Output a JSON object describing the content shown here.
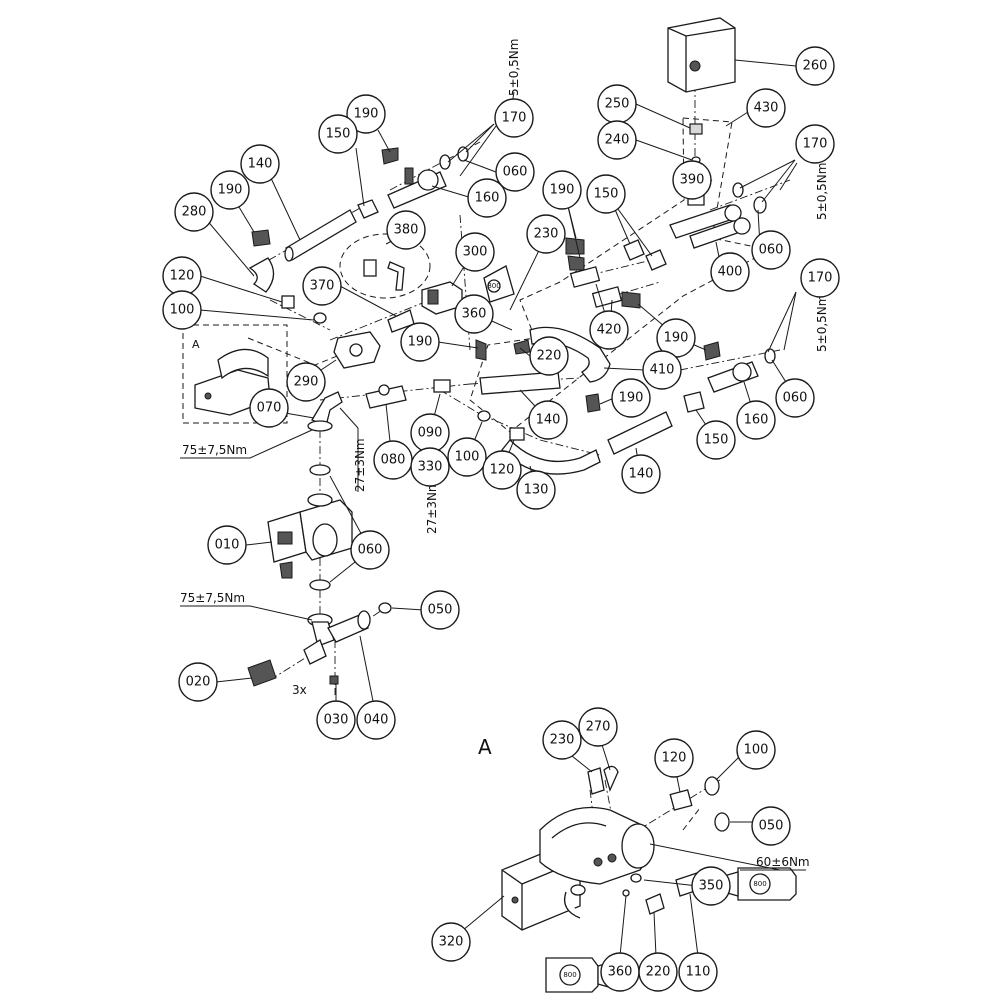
{
  "section_label": "A",
  "inset_label": "A",
  "multiplier_label": "3x",
  "callouts": {
    "c260": "260",
    "c250": "250",
    "c430": "430",
    "c240": "240",
    "c170a": "170",
    "c170b": "170",
    "c170c": "170",
    "c190a": "190",
    "c150a": "150",
    "c140a": "140",
    "c060a": "060",
    "c160a": "160",
    "c390": "390",
    "c190b": "190",
    "c150b": "150",
    "c060b": "060",
    "c400": "400",
    "c280": "280",
    "c190c": "190",
    "c380": "380",
    "c230a": "230",
    "c300": "300",
    "c120a": "120",
    "c370": "370",
    "c360a": "360",
    "c420": "420",
    "c100a": "100",
    "c220a": "220",
    "c190d": "190",
    "c190e": "190",
    "c410": "410",
    "c290": "290",
    "c070": "070",
    "c190f": "190",
    "c060c": "060",
    "c160b": "160",
    "c150c": "150",
    "c080": "080",
    "c090": "090",
    "c100b": "100",
    "c120b": "120",
    "c130": "130",
    "c140b": "140",
    "c140c": "140",
    "c330": "330",
    "c010": "010",
    "c060d": "060",
    "c050a": "050",
    "c020": "020",
    "c030": "030",
    "c040": "040",
    "c230b": "230",
    "c270": "270",
    "c120c": "120",
    "c100c": "100",
    "c050b": "050",
    "c350": "350",
    "c320": "320",
    "c360b": "360",
    "c220b": "220",
    "c110": "110"
  },
  "torques": {
    "t_top": "5±0,5Nm",
    "t_right1": "5±0,5Nm",
    "t_right2": "5±0,5Nm",
    "t_75a": "75±7,5Nm",
    "t_27a": "27±3Nm",
    "t_27b": "27±3Nm",
    "t_75b": "75±7,5Nm",
    "t_60": "60±6Nm"
  },
  "tube_labels": {
    "tube1": "800",
    "tube2": "800",
    "tube3": "800"
  }
}
